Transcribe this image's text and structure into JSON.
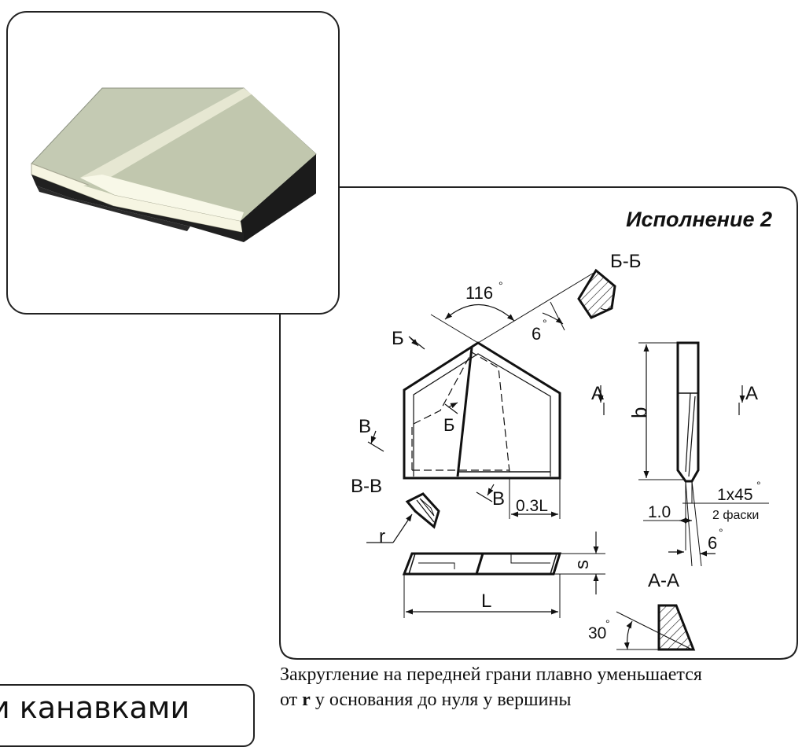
{
  "title": "Исполнение 2",
  "labels": {
    "section_bb": "Б-Б",
    "angle_116": "116",
    "angle_6_top": "6",
    "mark_b_left": "Б",
    "mark_b_inner": "Б",
    "mark_v_left": "В",
    "mark_v_bottom": "В",
    "section_vv": "В-В",
    "radius_r": "r",
    "dim_03L": "0.3L",
    "dim_s": "s",
    "dim_L": "L",
    "mark_a_left": "А",
    "mark_a_right": "А",
    "dim_b": "b",
    "chamfer": "1x45",
    "chamfer_note": "2 фаски",
    "dim_10": "1.0",
    "angle_6_bottom": "6",
    "section_aa": "А-А",
    "angle_30": "30"
  },
  "caption": {
    "line1": "Закругление на передней грани плавно уменьшается",
    "line2_prefix": "от ",
    "line2_bold": "r",
    "line2_suffix": " у основания до нуля у вершины"
  },
  "bottom_box_text": "и канавками",
  "colors": {
    "face_top": "#c5cbb5",
    "face_bevel": "#f7f7e4",
    "face_dark": "#1b1b1b",
    "line": "#111111"
  }
}
